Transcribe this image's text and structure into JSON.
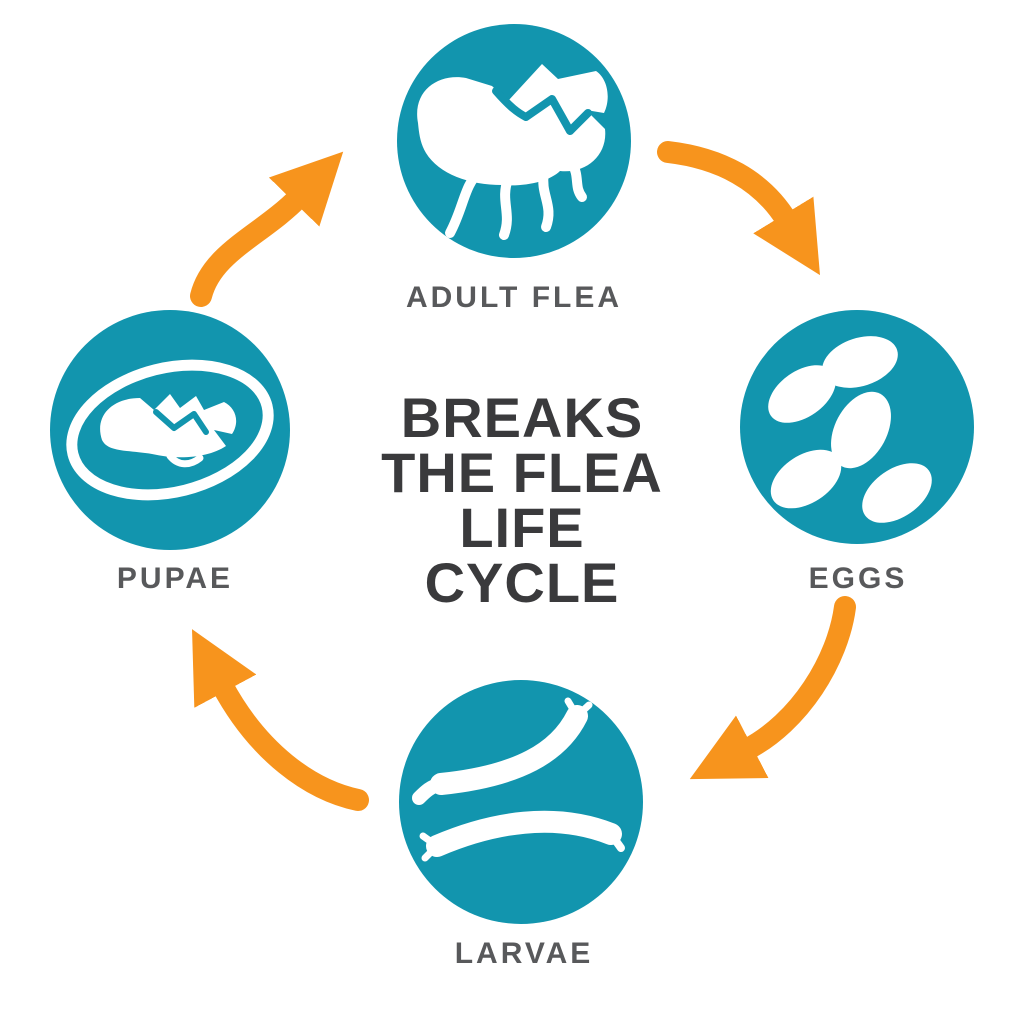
{
  "diagram": {
    "title": {
      "lines": [
        "BREAKS",
        "THE FLEA",
        "LIFE",
        "CYCLE"
      ]
    },
    "nodes": [
      {
        "id": "adult-flea",
        "label": "ADULT FLEA",
        "icon": "adult-flea-icon",
        "position": "top"
      },
      {
        "id": "eggs",
        "label": "EGGS",
        "icon": "eggs-icon",
        "position": "right"
      },
      {
        "id": "larvae",
        "label": "LARVAE",
        "icon": "larvae-icon",
        "position": "bottom"
      },
      {
        "id": "pupae",
        "label": "PUPAE",
        "icon": "pupae-icon",
        "position": "left"
      }
    ],
    "arrows": [
      {
        "from": "adult-flea",
        "to": "eggs"
      },
      {
        "from": "eggs",
        "to": "larvae"
      },
      {
        "from": "larvae",
        "to": "pupae"
      },
      {
        "from": "pupae",
        "to": "adult-flea"
      }
    ],
    "colors": {
      "node_fill": "#1295AE",
      "icon": "#FFFFFF",
      "arrow": "#F7941D",
      "title_text": "#3A3A3C",
      "label_text": "#58595B",
      "background": "#FFFFFF"
    }
  }
}
